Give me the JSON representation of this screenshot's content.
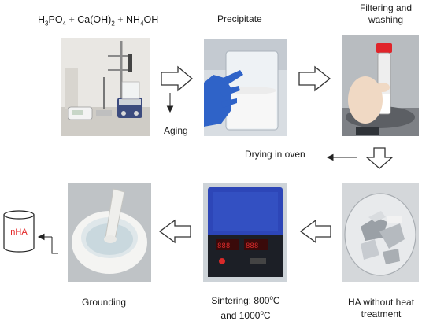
{
  "labels": {
    "reagents": {
      "a": "H",
      "a_sub": "3",
      "b": "PO",
      "b_sub": "4",
      "c": " + Ca(OH)",
      "c_sub": "2",
      "d": " + NH",
      "d_sub": "4",
      "e": "OH"
    },
    "precipitate": "Precipitate",
    "filtering_line1": "Filtering and",
    "filtering_line2": "washing",
    "aging": "Aging",
    "drying": "Drying in oven",
    "ha_line1": "HA without heat",
    "ha_line2": "treatment",
    "sintering_line1_a": "Sintering: 800",
    "sintering_deg1": "o",
    "sintering_line1_b": "C",
    "sintering_line2_a": "and 1000",
    "sintering_deg2": "o",
    "sintering_line2_b": "C",
    "grounding": "Grounding",
    "product": "nHA"
  },
  "colors": {
    "product_text": "#e32222",
    "glove": "#2f63c8",
    "furnace": "#2d46b8",
    "display": "#d92a2a",
    "cap": "#e0242a",
    "arrow": "#333333"
  },
  "icons": {
    "process_arrow": "hollow-block-arrow",
    "product_container": "cylinder-beaker-icon"
  }
}
